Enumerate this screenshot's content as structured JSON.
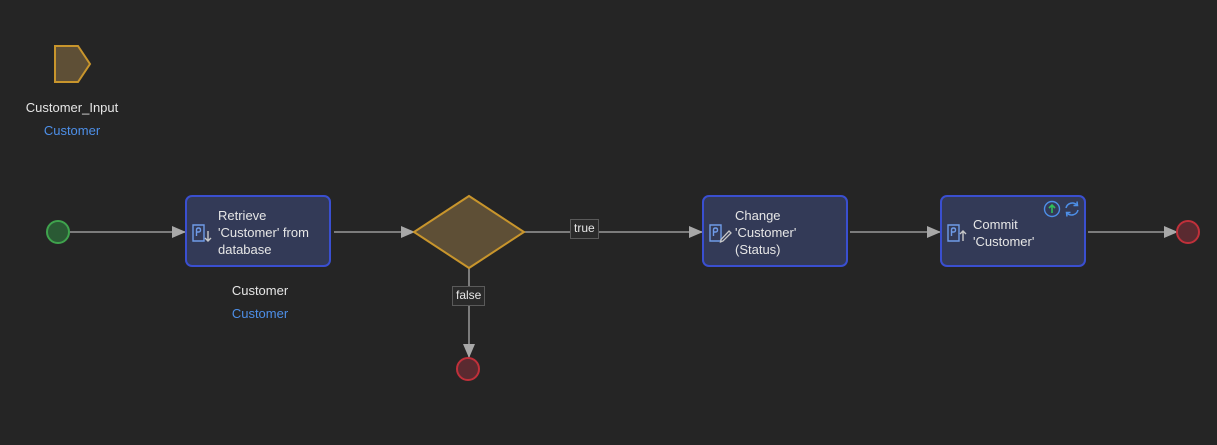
{
  "parameter": {
    "name": "Customer_Input",
    "type": "Customer",
    "icon": "input-parameter-icon"
  },
  "start_event": {
    "icon": "start-event-icon",
    "color": "#3fa34d"
  },
  "end_event": {
    "icon": "end-event-icon",
    "color": "#c0303a"
  },
  "activities": [
    {
      "id": "retrieve",
      "text": "Retrieve\n'Customer' from\ndatabase",
      "icon": "retrieve-object-icon",
      "output_name": "Customer",
      "output_type": "Customer"
    },
    {
      "id": "change",
      "text": "Change\n'Customer'\n(Status)",
      "icon": "change-object-icon"
    },
    {
      "id": "commit",
      "text": "Commit\n'Customer'",
      "icon": "commit-object-icon",
      "badges": [
        "with-events-icon",
        "refresh-in-client-icon"
      ]
    }
  ],
  "decision": {
    "icon": "exclusive-split-icon",
    "true_label": "true",
    "false_label": "false"
  },
  "colors": {
    "background": "#252525",
    "activity_fill": "#333a57",
    "activity_border": "#3a4fd0",
    "decision_fill": "#5e4f36",
    "decision_border": "#c8952c",
    "flow_line": "#9a9a9a",
    "type_text": "#4d8fe8",
    "badge_green": "#2fbf5a",
    "badge_blue": "#4d8fe8"
  }
}
